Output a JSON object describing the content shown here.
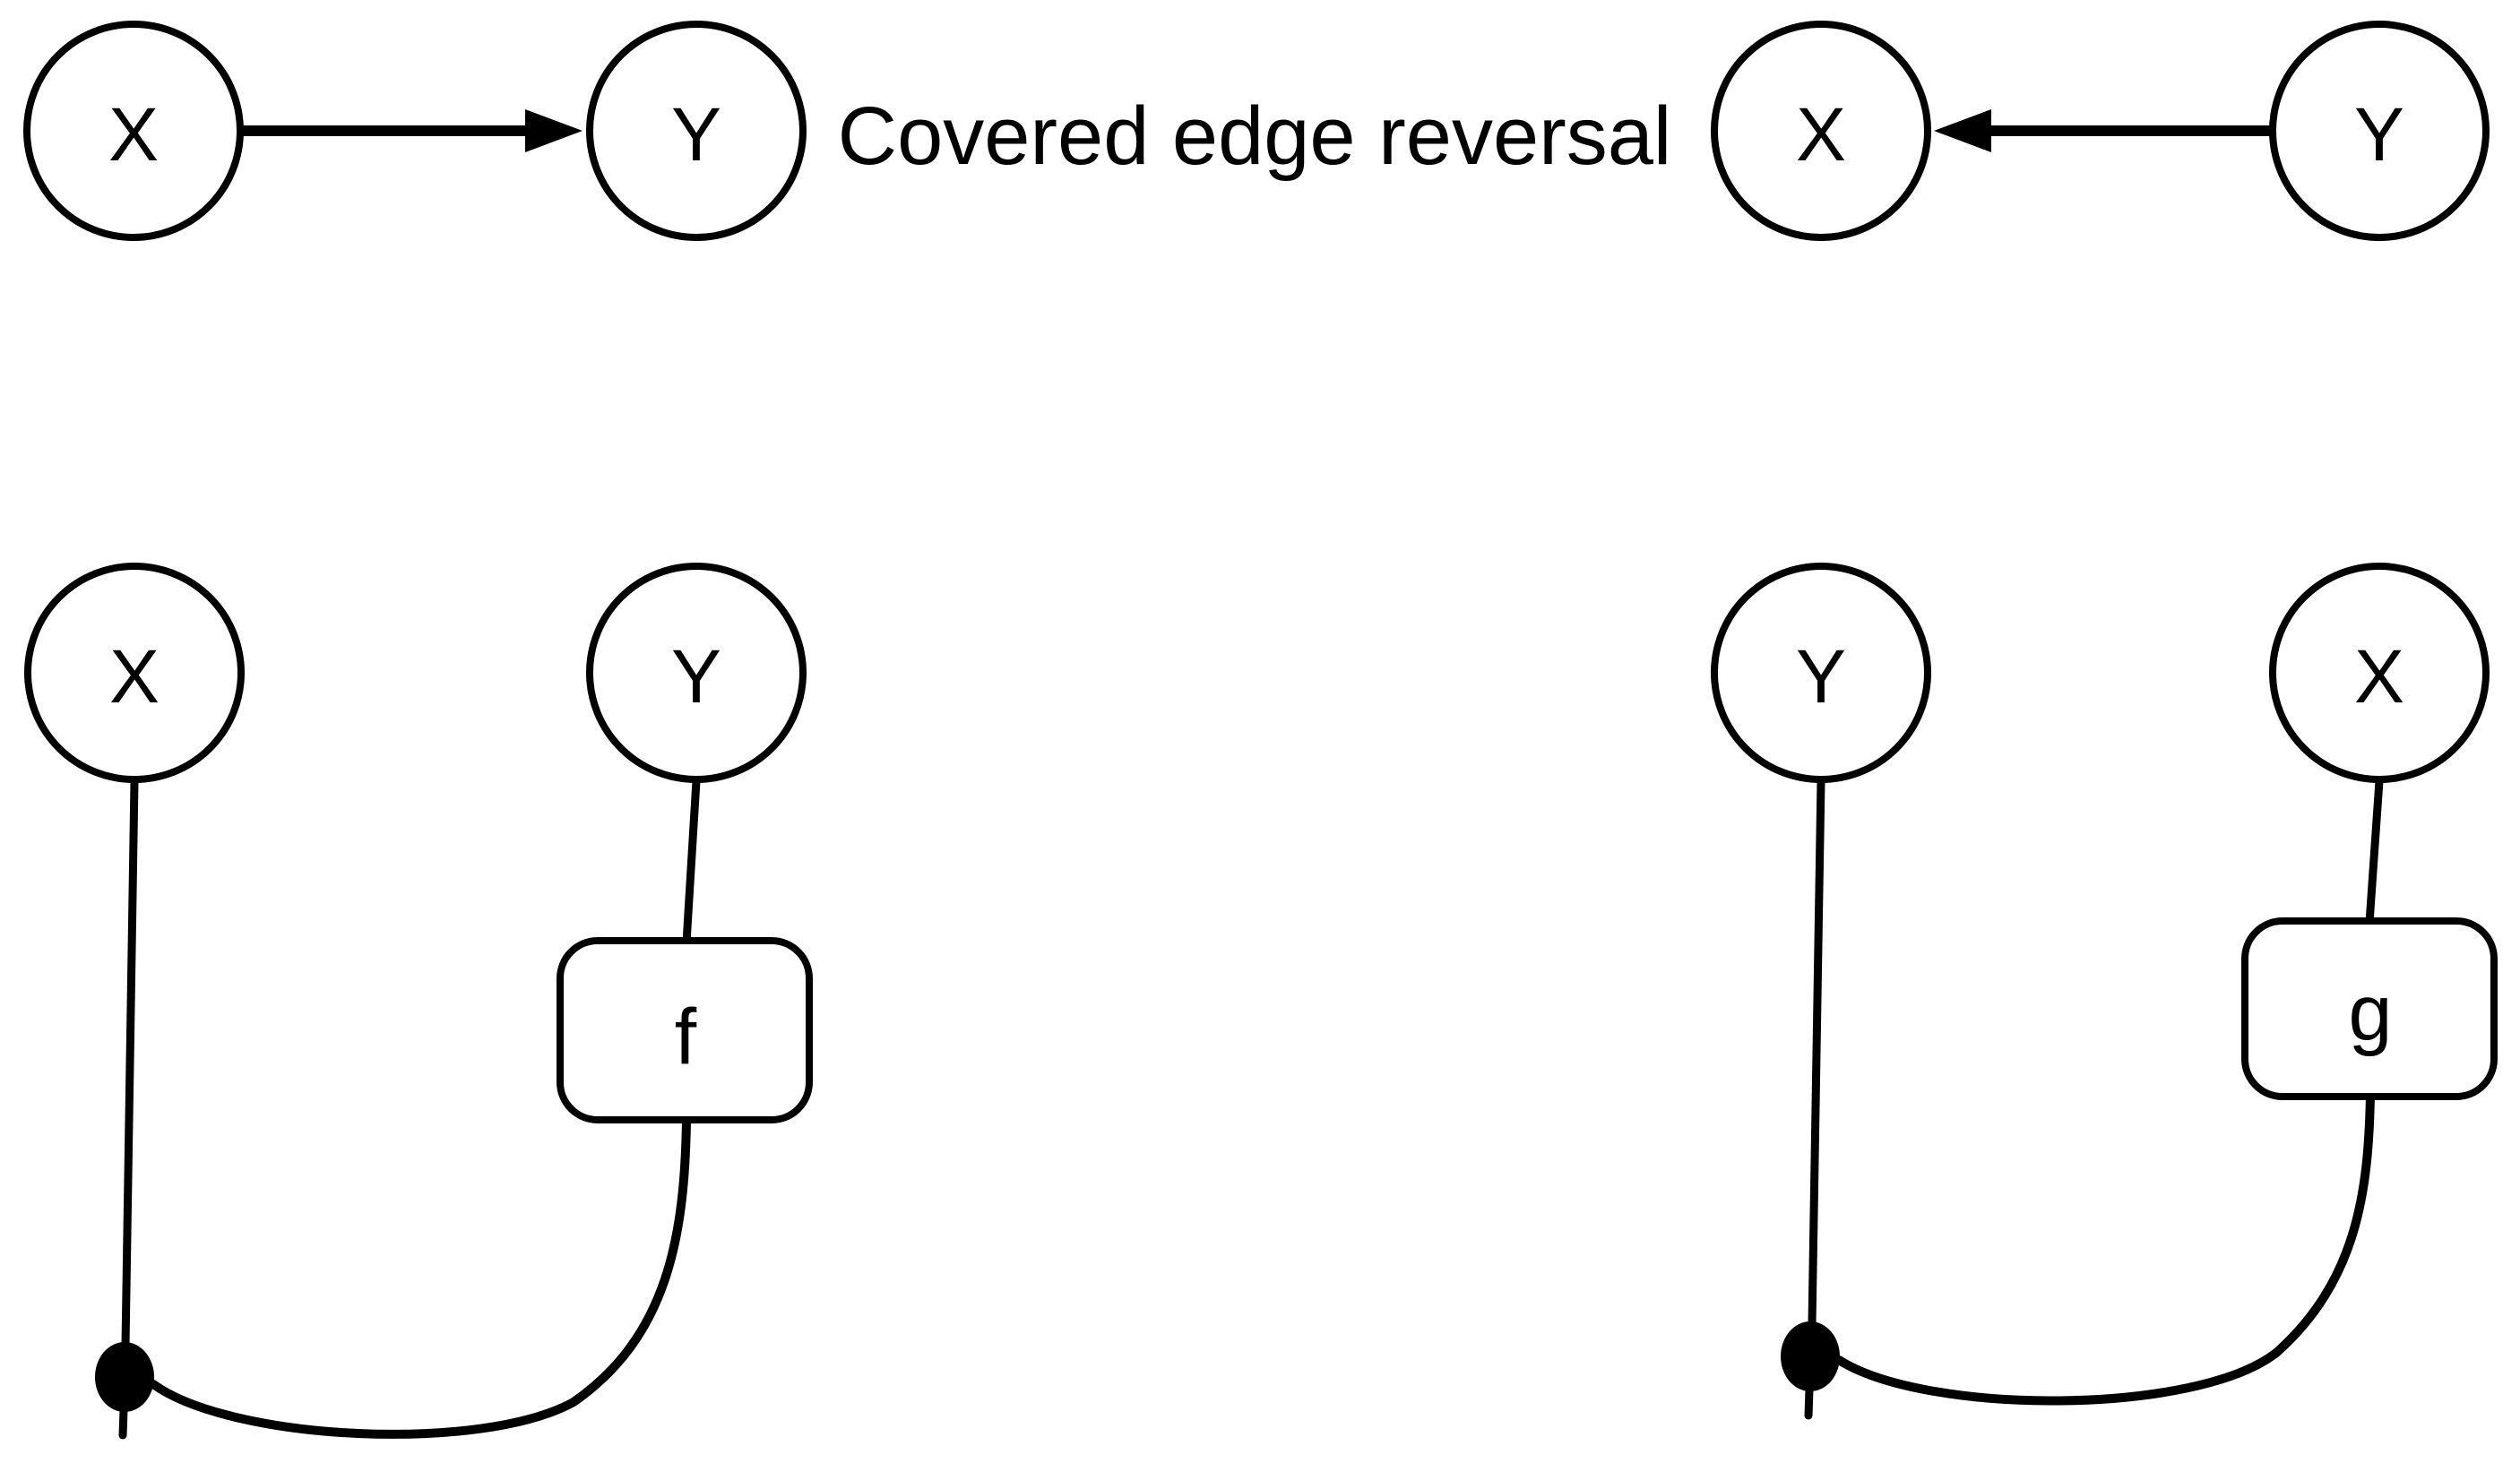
{
  "figure": {
    "title": "Covered edge reversal",
    "colors": {
      "ink": "#000000",
      "paper": "#ffffff"
    }
  },
  "top_left_dag": {
    "source_label": "X",
    "target_label": "Y"
  },
  "top_right_dag": {
    "target_label": "X",
    "source_label": "Y"
  },
  "bottom_left_network": {
    "left_wire_label": "X",
    "right_wire_label": "Y",
    "box_label": "f"
  },
  "bottom_right_network": {
    "left_wire_label": "Y",
    "right_wire_label": "X",
    "box_label": "g"
  }
}
